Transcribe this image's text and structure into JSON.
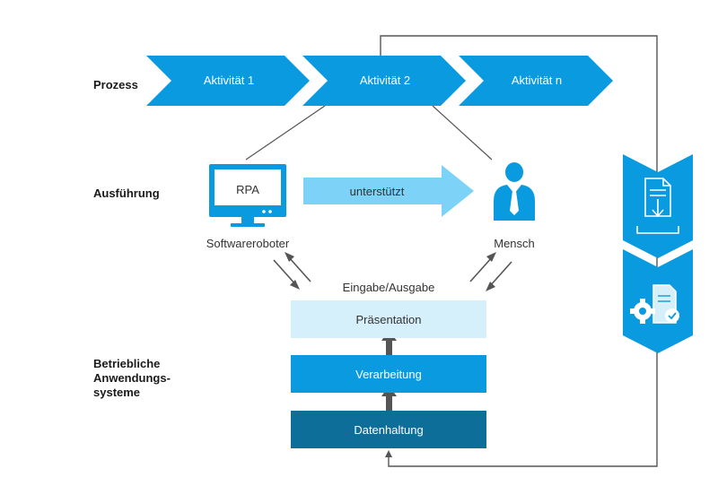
{
  "rows": {
    "process": "Prozess",
    "execution": "Ausführung",
    "systems_line1": "Betriebliche",
    "systems_line2": "Anwendungs-",
    "systems_line3": "systeme"
  },
  "activities": [
    "Aktivität 1",
    "Aktivität 2",
    "Aktivität n"
  ],
  "execution": {
    "robot_screen_label": "RPA",
    "robot_caption": "Softwareroboter",
    "human_caption": "Mensch",
    "support_label": "unterstützt"
  },
  "io_label": "Eingabe/Ausgabe",
  "layers": {
    "presentation": "Präsentation",
    "processing": "Verarbeitung",
    "data": "Datenhaltung"
  },
  "colors": {
    "primary_blue": "#0a9ae0",
    "light_blue": "#7dd3f7",
    "pale_blue": "#d6f0fb",
    "dark_blue": "#0d6e9a",
    "arrow_gray": "#555555"
  }
}
